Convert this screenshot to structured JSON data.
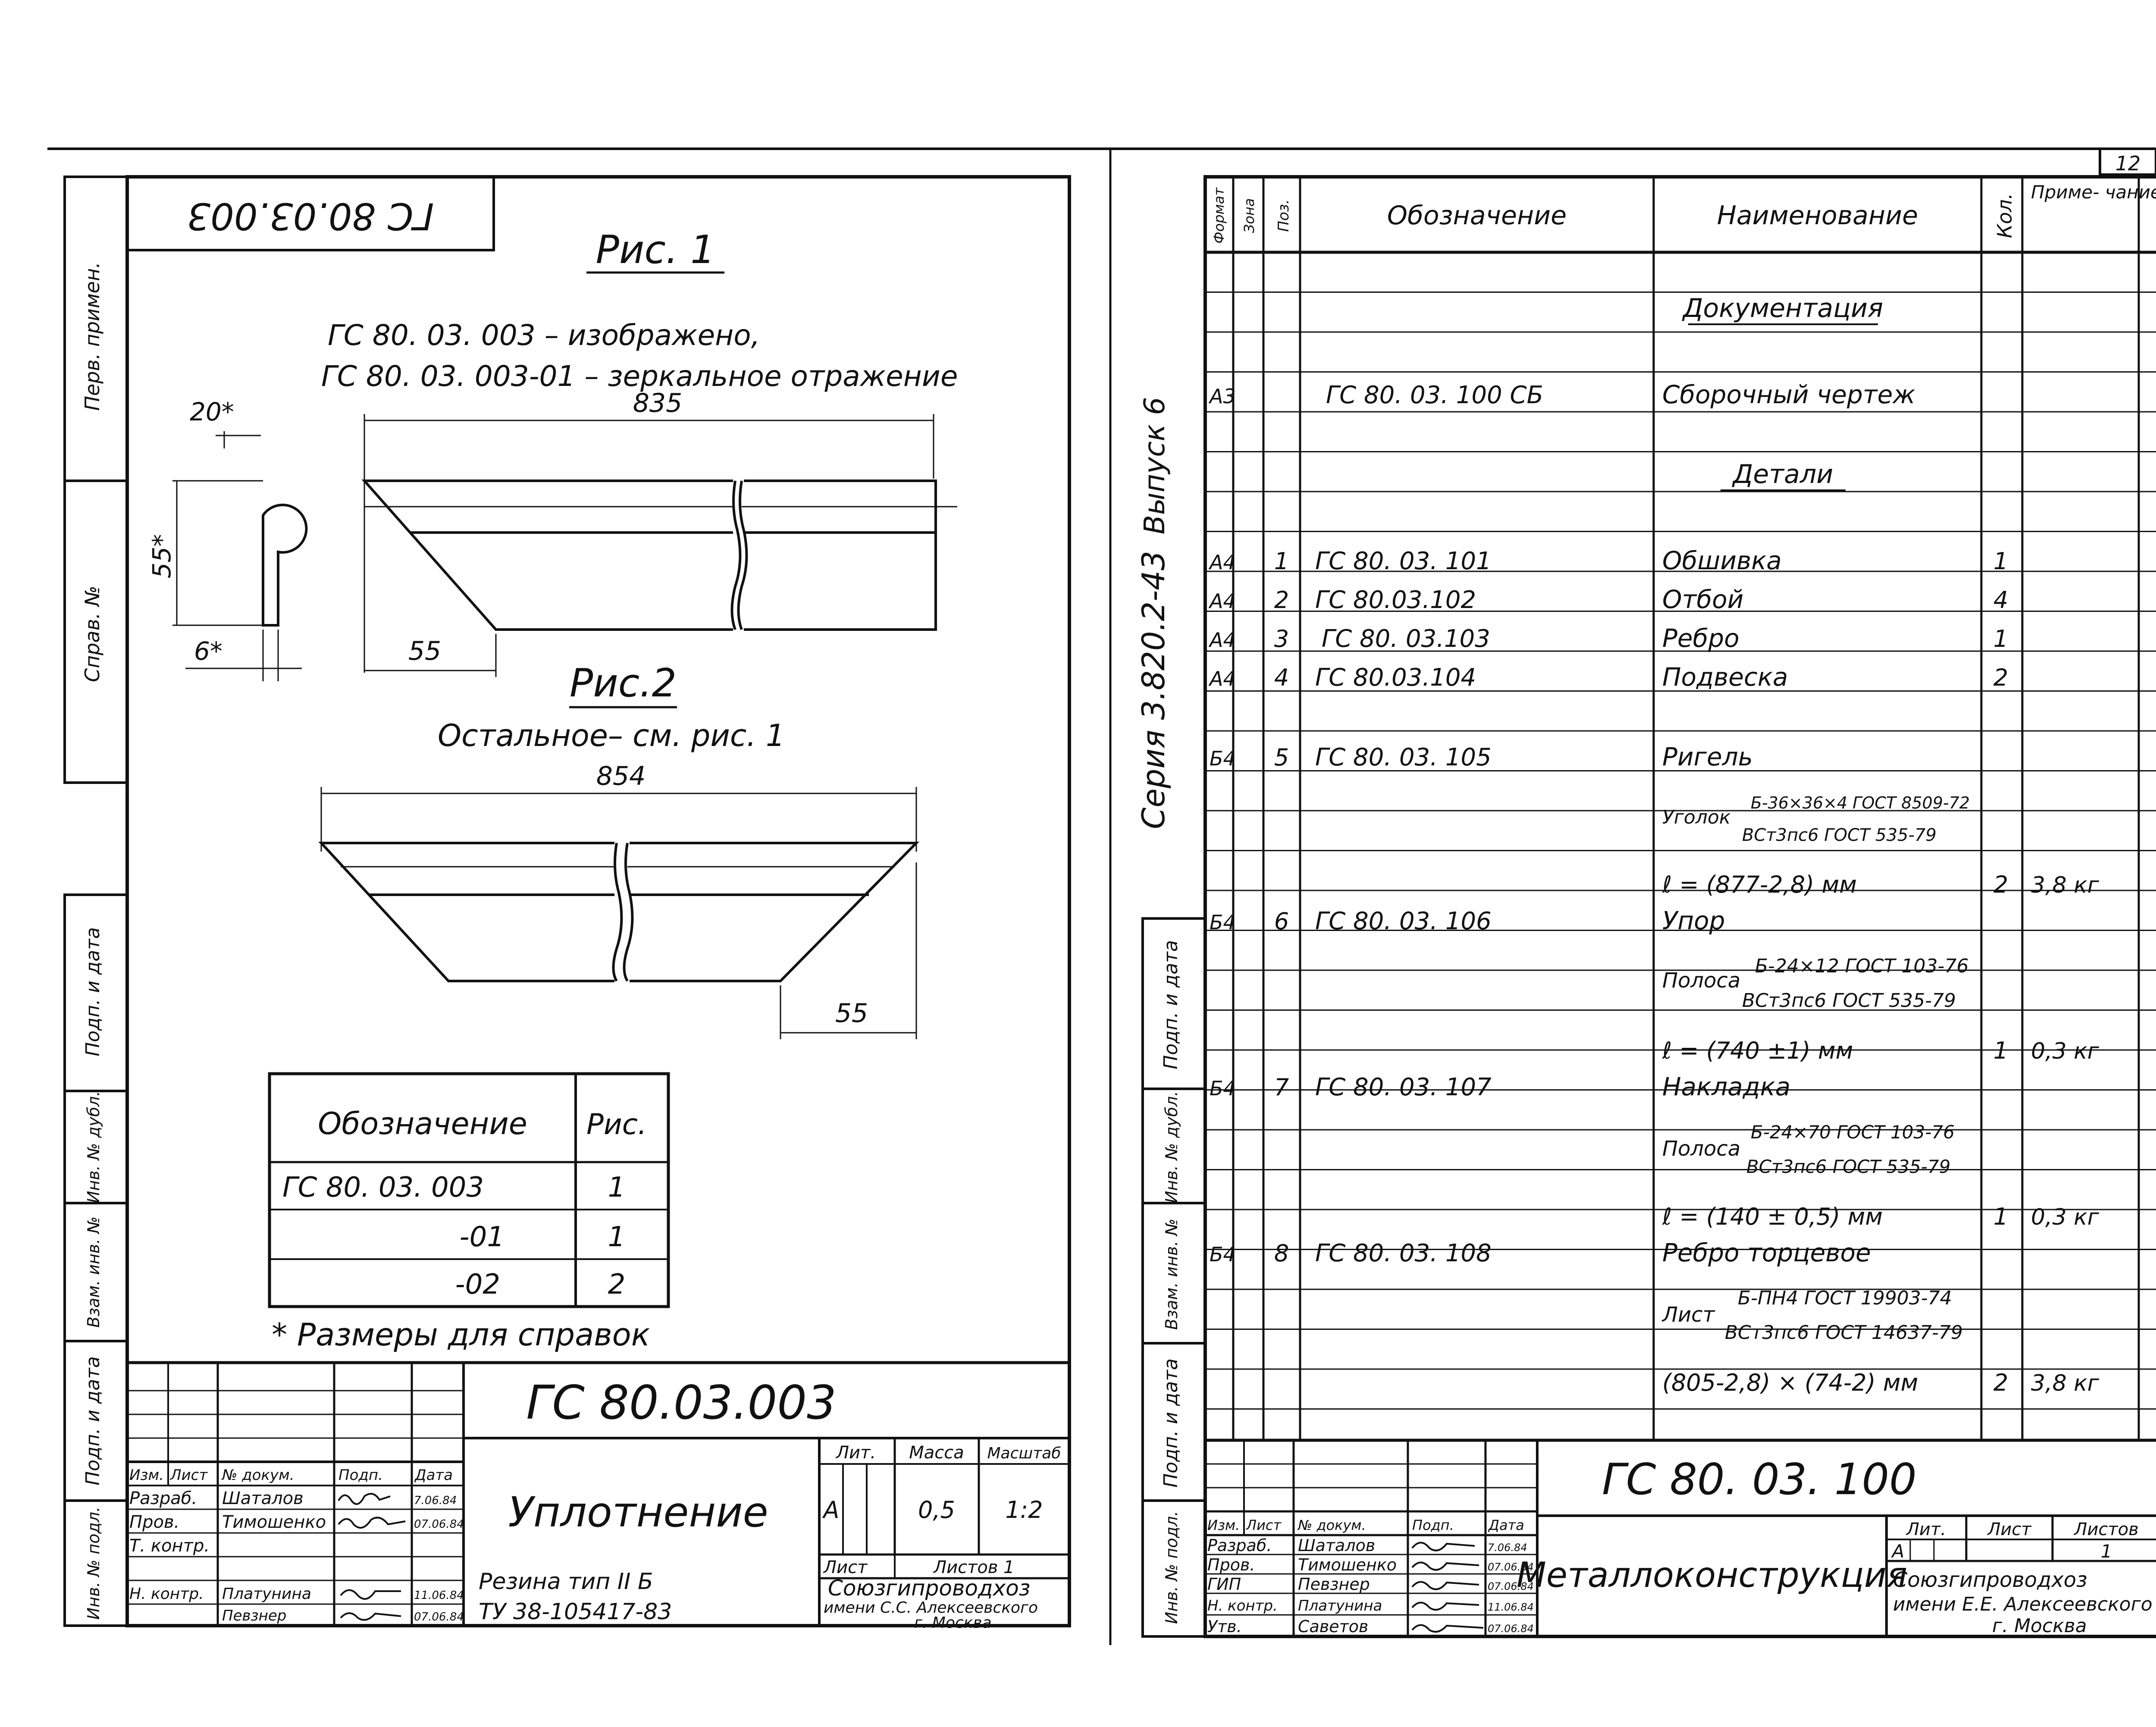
{
  "page_number": "12",
  "left_sheet": {
    "stamp_code": "ГС 80.03.003",
    "fig1_title": "Рис. 1",
    "fig1_note_line1": "ГС 80. 03. 003 – изображено,",
    "fig1_note_line2": "ГС 80. 03. 003-01 – зеркальное отражение",
    "fig2_title": "Рис.2",
    "fig2_note": "Остальное– см. рис. 1",
    "dimensions": {
      "d20": "20*",
      "d835": "835",
      "d55v": "55*",
      "d6": "6*",
      "d55a": "55",
      "d854": "854",
      "d55b": "55"
    },
    "variant_table": {
      "header_designation": "Обозначение",
      "header_fig": "Рис.",
      "rows": [
        {
          "designation": "ГС 80. 03. 003",
          "fig": "1"
        },
        {
          "designation": "-01",
          "fig": "1"
        },
        {
          "designation": "-02",
          "fig": "2"
        }
      ]
    },
    "footnote": "* Размеры для справок",
    "side_labels": [
      "Перв. примен.",
      "Справ. №",
      "Подп. и дата",
      "Инв. № дубл.",
      "Взам. инв. №",
      "Подп. и дата",
      "Инв. № подл."
    ],
    "title_block": {
      "code": "ГС 80.03.003",
      "name": "Уплотнение",
      "col_headers": [
        "Изм.",
        "Лист",
        "№ докум.",
        "Подп.",
        "Дата"
      ],
      "people": [
        {
          "role": "Разраб.",
          "name": "Шаталов",
          "date": "7.06.84"
        },
        {
          "role": "Пров.",
          "name": "Тимошенко",
          "date": "07.06.84"
        },
        {
          "role": "Т. контр.",
          "name": "",
          "date": ""
        },
        {
          "role": "Н. контр.",
          "name": "Платунина",
          "date": "11.06.84"
        },
        {
          "role": "",
          "name": "Певзнер",
          "date": "07.06.84"
        }
      ],
      "lit_label": "Лит.",
      "mass_label": "Масса",
      "scale_label": "Масштаб",
      "lit_value": "А",
      "mass_value": "0,5",
      "scale_value": "1:2",
      "sheet_label": "Лист",
      "sheets_label": "Листов 1",
      "material_line1": "Резина тип II Б",
      "material_line2": "ТУ 38-105417-83",
      "org_line1": "Союзгипроводхоз",
      "org_line2": "имени С.С. Алексеевского",
      "org_line3": "г. Москва"
    }
  },
  "right_sheet": {
    "series_label": "Серия 3.820.2-43",
    "issue_label": "Выпуск 6",
    "headers": {
      "format": "Формат",
      "zone": "Зона",
      "pos": "Поз.",
      "designation": "Обозначение",
      "name": "Наименование",
      "qty": "Кол.",
      "note": "Приме- чание"
    },
    "section_docs": "Документация",
    "section_parts": "Детали",
    "rows": [
      {
        "format": "А3",
        "pos": "",
        "designation": "ГС 80. 03. 100 СБ",
        "name": "Сборочный чертеж",
        "qty": "",
        "note": ""
      },
      {
        "format": "А4",
        "pos": "1",
        "designation": "ГС 80. 03. 101",
        "name": "Обшивка",
        "qty": "1",
        "note": ""
      },
      {
        "format": "А4",
        "pos": "2",
        "designation": "ГС 80.03.102",
        "name": "Отбой",
        "qty": "4",
        "note": ""
      },
      {
        "format": "А4",
        "pos": "3",
        "designation": "ГС 80. 03.103",
        "name": "Ребро",
        "qty": "1",
        "note": ""
      },
      {
        "format": "А4",
        "pos": "4",
        "designation": "ГС 80.03.104",
        "name": "Подвеска",
        "qty": "2",
        "note": ""
      },
      {
        "format": "Б4",
        "pos": "5",
        "designation": "ГС 80. 03. 105",
        "name": "Ригель",
        "qty": "",
        "note": ""
      },
      {
        "format": "Б4",
        "pos": "6",
        "designation": "ГС 80. 03. 106",
        "name": "Упор",
        "qty": "",
        "note": ""
      },
      {
        "format": "Б4",
        "pos": "7",
        "designation": "ГС 80. 03. 107",
        "name": "Накладка",
        "qty": "",
        "note": ""
      },
      {
        "format": "Б4",
        "pos": "8",
        "designation": "ГС 80. 03. 108",
        "name": "Ребро торцевое",
        "qty": "",
        "note": ""
      }
    ],
    "materials": [
      {
        "kind": "Уголок",
        "line1": "Б-36×36×4 ГОСТ 8509-72",
        "line2": "ВСт3пс6 ГОСТ 535-79",
        "length": "ℓ = (877-2,8) мм",
        "qty": "2",
        "note": "3,8 кг"
      },
      {
        "kind": "Полоса",
        "line1": "Б-24×12 ГОСТ 103-76",
        "line2": "ВСт3пс6 ГОСТ 535-79",
        "length": "ℓ = (740 ±1) мм",
        "qty": "1",
        "note": "0,3 кг"
      },
      {
        "kind": "Полоса",
        "line1": "Б-24×70 ГОСТ 103-76",
        "line2": "ВСт3пс6 ГОСТ 535-79",
        "length": "ℓ = (140 ± 0,5) мм",
        "qty": "1",
        "note": "0,3 кг"
      },
      {
        "kind": "Лист",
        "line1": "Б-ПН4 ГОСТ 19903-74",
        "line2": "ВСт3пс6 ГОСТ 14637-79",
        "length": "(805-2,8) × (74-2) мм",
        "qty": "2",
        "note": "3,8 кг"
      }
    ],
    "side_labels": [
      "Подп. и дата",
      "Инв. № дубл.",
      "Взам. инв. №",
      "Подп. и дата",
      "Инв. № подл."
    ],
    "title_block": {
      "code": "ГС 80. 03. 100",
      "name": "Металлоконструкция",
      "col_headers": [
        "Изм.",
        "Лист",
        "№ докум.",
        "Подп.",
        "Дата"
      ],
      "people": [
        {
          "role": "Разраб.",
          "name": "Шаталов",
          "date": "7.06.84"
        },
        {
          "role": "Пров.",
          "name": "Тимошенко",
          "date": "07.06.84"
        },
        {
          "role": "ГИП",
          "name": "Певзнер",
          "date": "07.06.84"
        },
        {
          "role": "Н. контр.",
          "name": "Платунина",
          "date": "11.06.84"
        },
        {
          "role": "Утв.",
          "name": "Саветов",
          "date": "07.06.84"
        }
      ],
      "lit_label": "Лит.",
      "sheet_label": "Лист",
      "sheets_label": "Листов",
      "lit_value": "А",
      "sheets_value": "1",
      "org_line1": "Союзгипроводхоз",
      "org_line2": "имени Е.Е. Алексеевского",
      "org_line3": "г. Москва"
    }
  }
}
